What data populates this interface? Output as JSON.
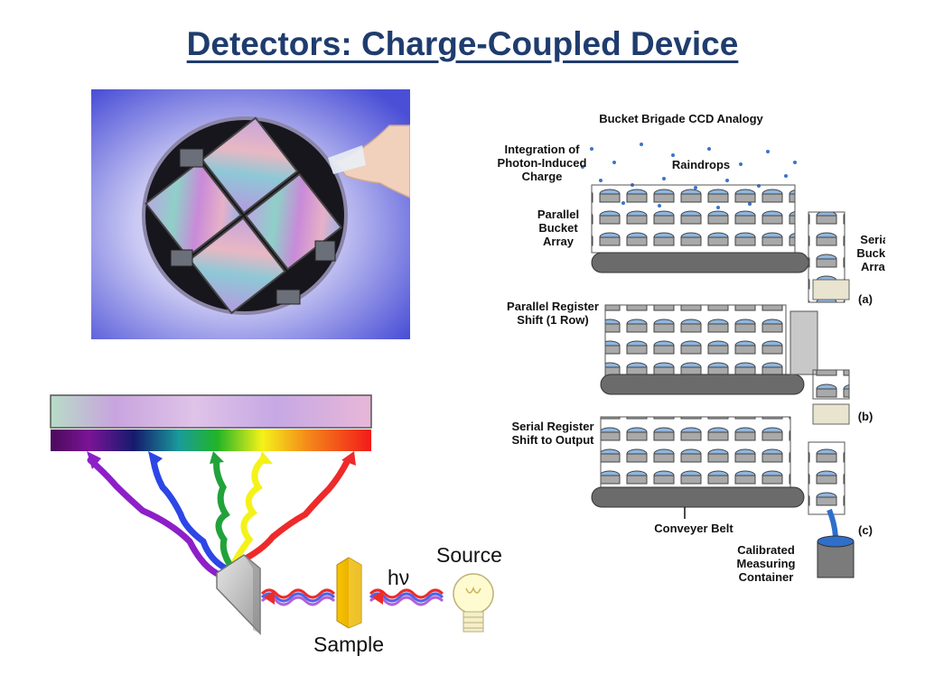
{
  "slide": {
    "title": "Detectors: Charge-Coupled Device"
  },
  "ccd_analogy": {
    "heading": "Bucket Brigade CCD Analogy",
    "labels": {
      "integration_line1": "Integration of",
      "integration_line2": "Photon-Induced",
      "integration_line3": "Charge",
      "raindrops": "Raindrops",
      "parallel_bucket_line1": "Parallel",
      "parallel_bucket_line2": "Bucket",
      "parallel_bucket_line3": "Array",
      "serial_bucket_line1": "Serial",
      "serial_bucket_line2": "Bucket",
      "serial_bucket_line3": "Array",
      "parallel_shift_line1": "Parallel Register",
      "parallel_shift_line2": "Shift (1 Row)",
      "serial_shift_line1": "Serial Register",
      "serial_shift_line2": "Shift to Output",
      "conveyor_belt": "Conveyer Belt",
      "calibrated_line1": "Calibrated",
      "calibrated_line2": "Measuring",
      "calibrated_line3": "Container",
      "panel_a": "(a)",
      "panel_b": "(b)",
      "panel_c": "(c)"
    }
  },
  "spectrometer": {
    "source_label": "Source",
    "photon_label": "hν",
    "sample_label": "Sample"
  },
  "colors": {
    "title": "#1f3c6e",
    "ray_violet": "#8e1fc8",
    "ray_blue": "#2d46e6",
    "ray_green": "#22a23a",
    "ray_yellow": "#f4f219",
    "ray_red": "#ee2a2a",
    "sample": "#f5b800"
  }
}
